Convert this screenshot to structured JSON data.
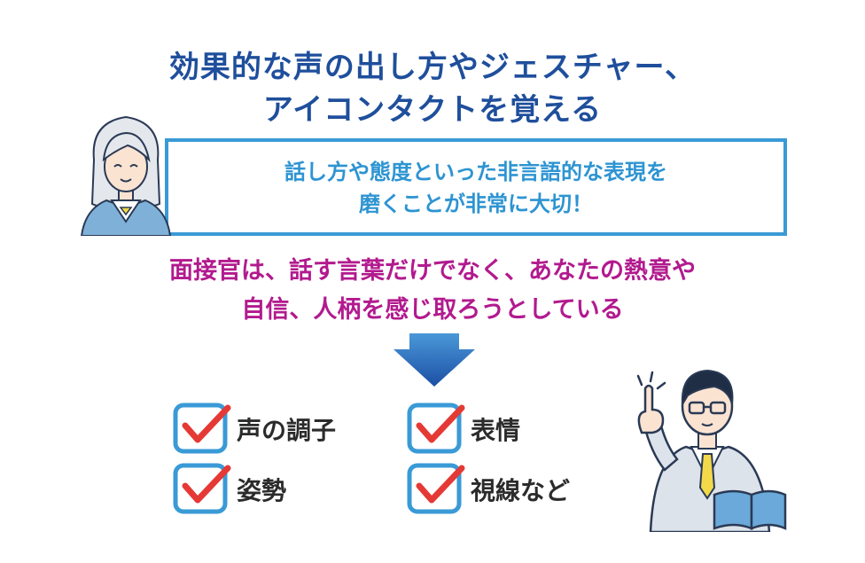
{
  "title": {
    "line1": "効果的な声の出し方やジェスチャー、",
    "line2": "アイコンタクトを覚える"
  },
  "callout": {
    "line1": "話し方や態度といった非言語的な表現を",
    "line2": "磨くことが非常に大切！"
  },
  "message": {
    "line1": "面接官は、話す言葉だけでなく、あなたの熱意や",
    "line2": "自信、人柄を感じ取ろうとしている"
  },
  "checklist": [
    {
      "label": "声の調子"
    },
    {
      "label": "表情"
    },
    {
      "label": "姿勢"
    },
    {
      "label": "視線など"
    }
  ],
  "colors": {
    "title": "#1f4f9c",
    "callout_border": "#3a9ad6",
    "callout_text": "#2d94d2",
    "message": "#b21a8e",
    "check_box": "#3a9ad6",
    "check_mark": "#e53935"
  },
  "icons": {
    "arrow": "down-arrow-icon",
    "check": "checkbox-checked-icon",
    "woman": "woman-illustration",
    "man": "man-pointing-illustration"
  }
}
